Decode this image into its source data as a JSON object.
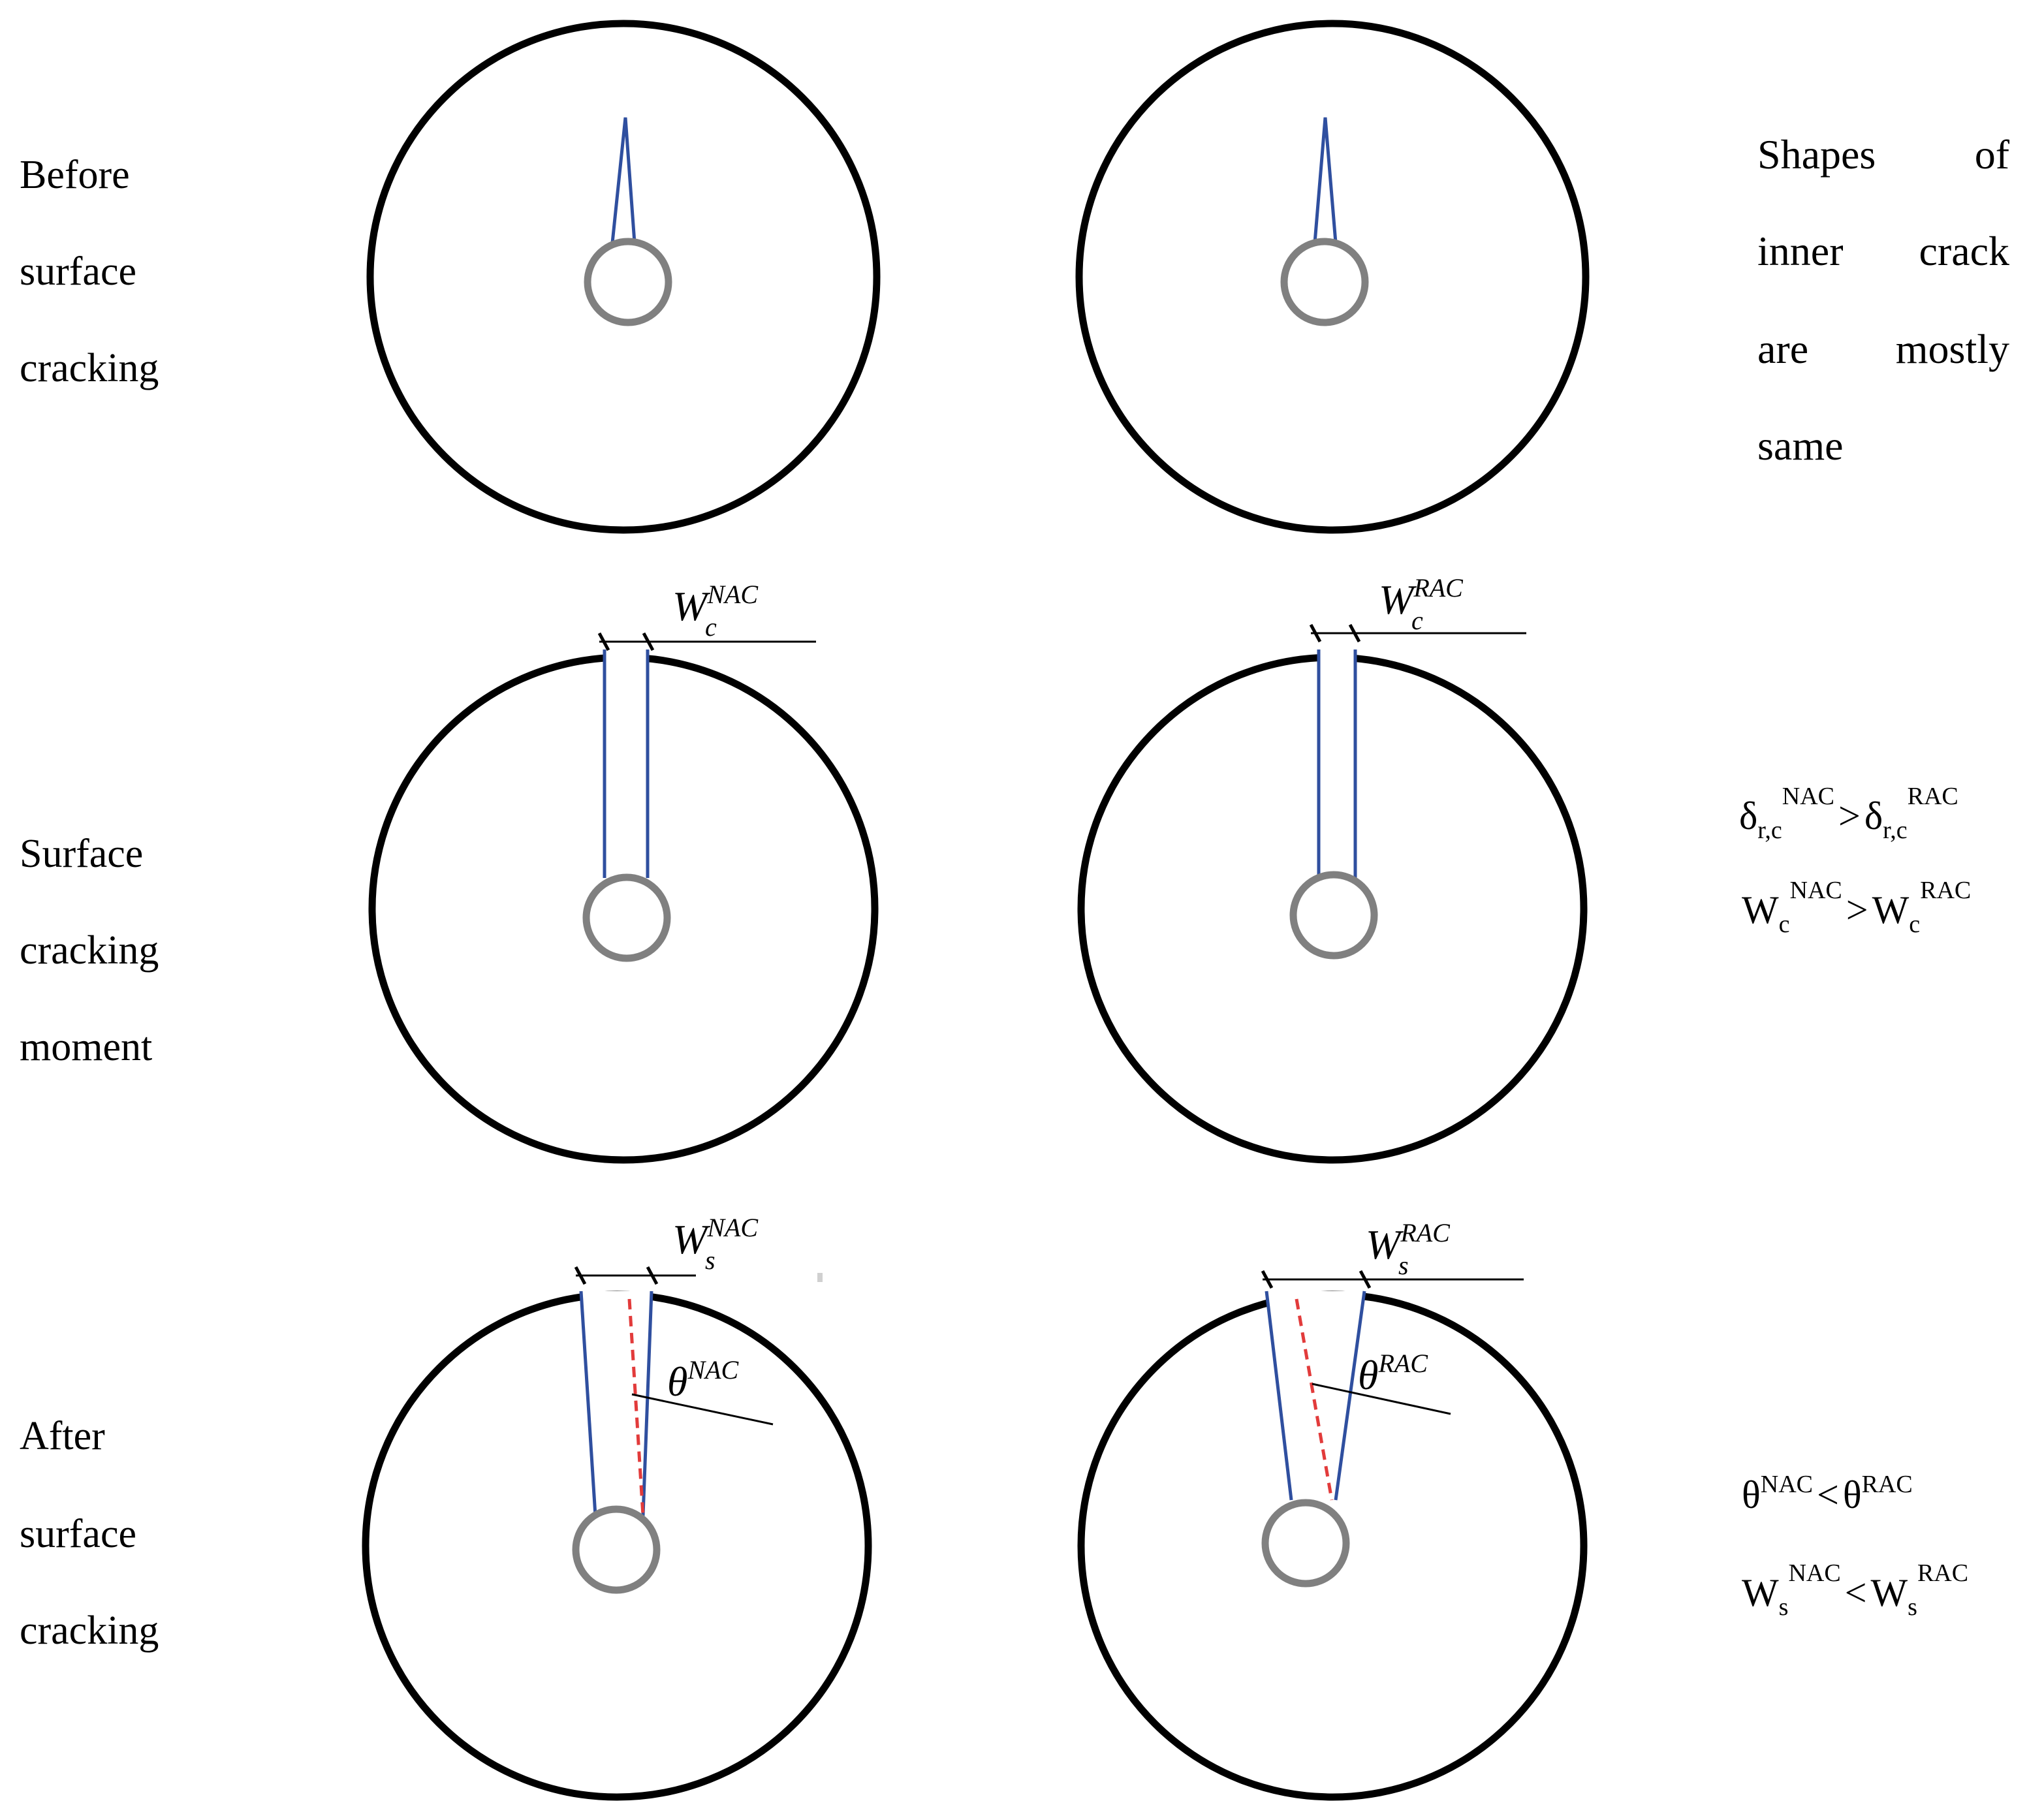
{
  "stages": [
    {
      "lines": [
        "Before",
        "surface",
        "cracking"
      ]
    },
    {
      "lines": [
        "Surface",
        "cracking",
        "moment"
      ]
    },
    {
      "lines": [
        "After",
        "surface",
        "cracking"
      ]
    }
  ],
  "notes": {
    "before": [
      "Shapes",
      "of",
      "inner",
      "crack",
      "are",
      "mostly",
      "same"
    ],
    "moment": {
      "delta": {
        "base": "δ",
        "sub": "r,c",
        "left_sup": "NAC",
        "op": ">",
        "right_sup": "RAC"
      },
      "width": {
        "base": "W",
        "sub": "c",
        "left_sup": "NAC",
        "op": ">",
        "right_sup": "RAC"
      }
    },
    "after": {
      "theta": {
        "base": "θ",
        "left_sup": "NAC",
        "op": "<",
        "right_sup": "RAC"
      },
      "width": {
        "base": "W",
        "sub": "s",
        "left_sup": "NAC",
        "op": "<",
        "right_sup": "RAC"
      }
    }
  },
  "symbols": {
    "wc_nac": {
      "base": "W",
      "sub": "c",
      "sup": "NAC"
    },
    "wc_rac": {
      "base": "W",
      "sub": "c",
      "sup": "RAC"
    },
    "ws_nac": {
      "base": "W",
      "sub": "s",
      "sup": "NAC"
    },
    "ws_rac": {
      "base": "W",
      "sub": "s",
      "sup": "RAC"
    },
    "theta_nac": {
      "base": "θ",
      "sup": "NAC"
    },
    "theta_rac": {
      "base": "θ",
      "sup": "RAC"
    }
  },
  "colors": {
    "outer_ring": "#000000",
    "rebar": "#808080",
    "crack_edge": "#2f4f9f",
    "crack_axis": "#e23b3b"
  }
}
